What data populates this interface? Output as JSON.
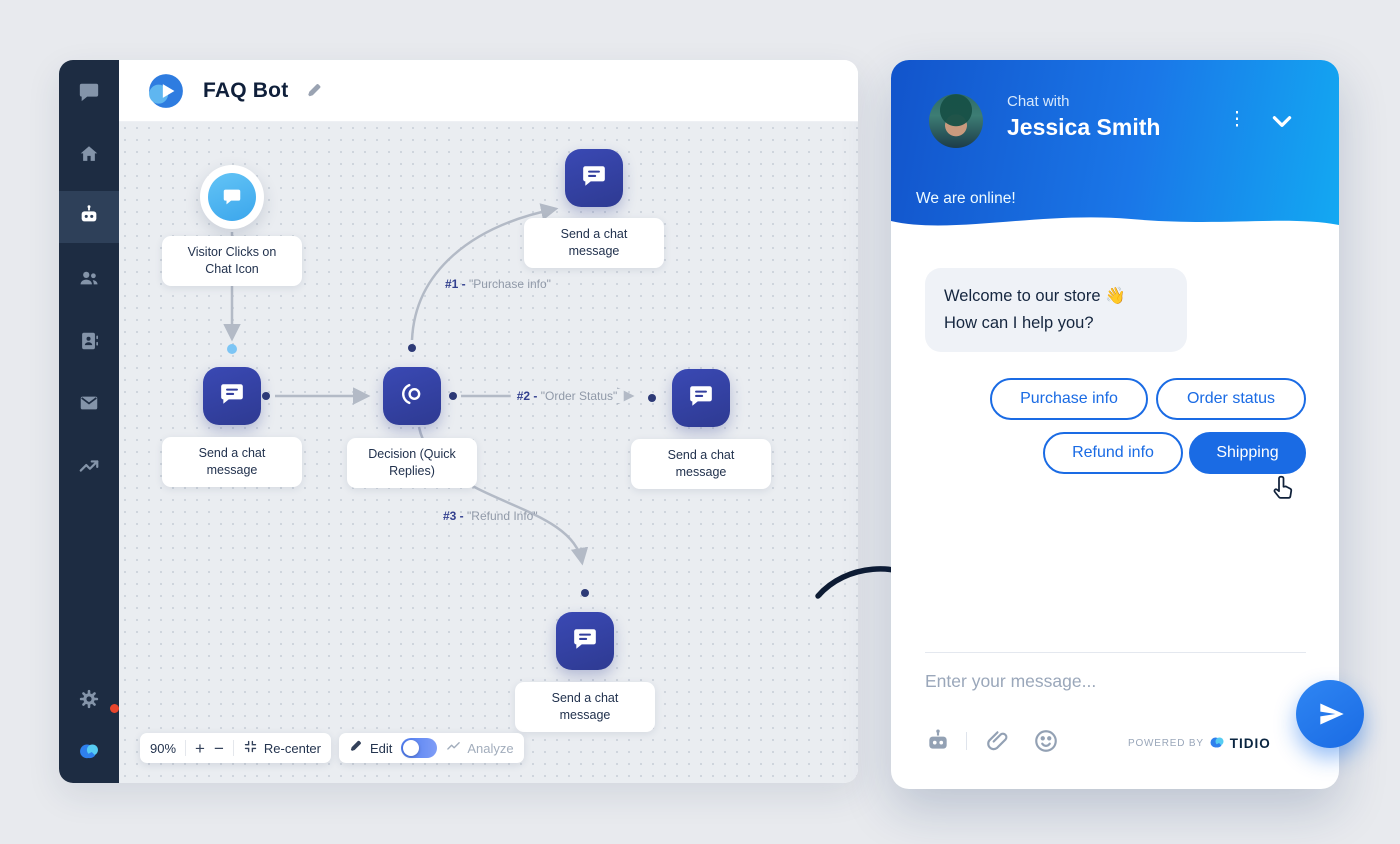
{
  "sidebar": {
    "icons": [
      "chat-icon",
      "home-icon",
      "bot-icon",
      "people-icon",
      "contacts-icon",
      "mail-icon",
      "analytics-icon",
      "settings-gear-icon",
      "tidio-logo"
    ],
    "active_item": "bot",
    "has_notification_dot": true
  },
  "builder": {
    "title": "FAQ Bot",
    "nodes": {
      "trigger": {
        "line1": "Visitor Clicks on",
        "line2": "Chat Icon"
      },
      "msg_top": {
        "line1": "Send a chat",
        "line2": "message"
      },
      "msg_left": {
        "line1": "Send a chat",
        "line2": "message"
      },
      "decision": {
        "line1": "Decision (Quick",
        "line2": "Replies)"
      },
      "msg_right": {
        "line1": "Send a chat",
        "line2": "message"
      },
      "msg_bottom": {
        "line1": "Send a chat",
        "line2": "message"
      }
    },
    "edges": {
      "e1": {
        "num": "#1 -",
        "text": "\"Purchase info\""
      },
      "e2": {
        "num": "#2 -",
        "text": "\"Order Status\""
      },
      "e3": {
        "num": "#3 -",
        "text": "\"Refund Info\""
      }
    },
    "toolbar": {
      "zoom": "90%",
      "zoom_in": "+",
      "zoom_out": "−",
      "recenter": "Re-center",
      "edit": "Edit",
      "analyze": "Analyze"
    }
  },
  "chat": {
    "header_small": "Chat with",
    "header_name": "Jessica Smith",
    "online": "We are online!",
    "welcome1": "Welcome to our store 👋",
    "welcome2": "How can I help you?",
    "quick_replies": [
      "Purchase info",
      "Order status",
      "Refund info",
      "Shipping"
    ],
    "placeholder": "Enter your message...",
    "powered_by": "POWERED BY",
    "brand": "TIDIO"
  },
  "colors": {
    "accent_blue": "#1a6be4",
    "node_navy": "#333f9e",
    "trigger_light_blue": "#56b9f2",
    "sidebar_bg": "#1d2c42",
    "header_gradient_start": "#1254cb",
    "header_gradient_end": "#13a9f2",
    "notification_red": "#e8452c"
  }
}
